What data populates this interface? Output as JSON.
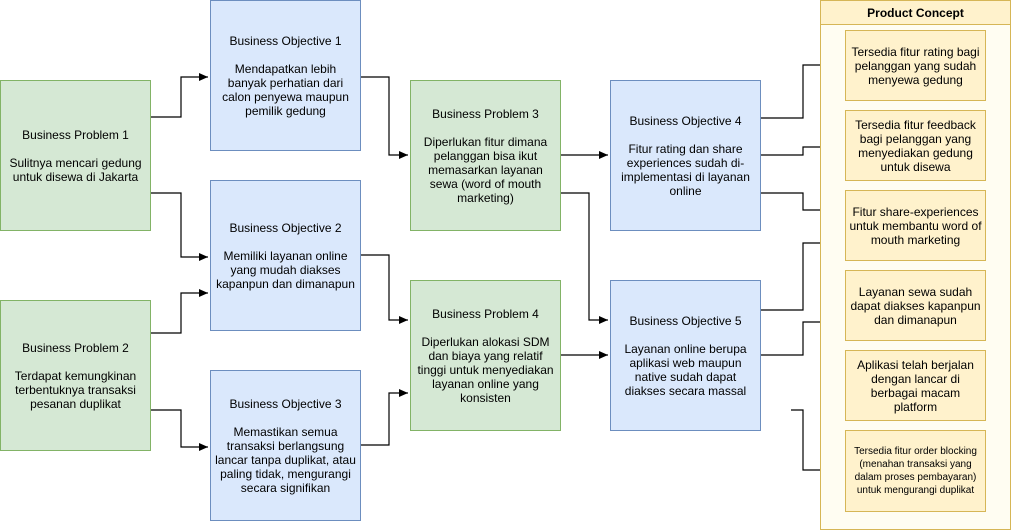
{
  "problems": [
    {
      "title": "Business Problem 1",
      "body": "Sulitnya mencari gedung untuk disewa di Jakarta"
    },
    {
      "title": "Business Problem 2",
      "body": "Terdapat kemungkinan terbentuknya transaksi pesanan duplikat"
    },
    {
      "title": "Business Problem 3",
      "body": "Diperlukan fitur dimana pelanggan bisa ikut memasarkan layanan sewa (word of mouth marketing)"
    },
    {
      "title": "Business Problem 4",
      "body": "Diperlukan alokasi SDM dan biaya yang relatif tinggi untuk menyediakan layanan online yang konsisten"
    }
  ],
  "objectives": [
    {
      "title": "Business Objective 1",
      "body": "Mendapatkan lebih banyak perhatian dari calon penyewa maupun pemilik gedung"
    },
    {
      "title": "Business Objective 2",
      "body": "Memiliki layanan online yang mudah diakses kapanpun dan dimanapun"
    },
    {
      "title": "Business Objective 3",
      "body": "Memastikan semua transaksi berlangsung lancar tanpa duplikat, atau paling tidak, mengurangi secara signifikan"
    },
    {
      "title": "Business Objective 4",
      "body": "Fitur rating dan share experiences sudah di-implementasi di layanan online"
    },
    {
      "title": "Business Objective 5",
      "body": "Layanan online berupa aplikasi web maupun native sudah dapat diakses secara massal"
    }
  ],
  "product_concept": {
    "title": "Product Concept",
    "items": [
      "Tersedia fitur rating bagi pelanggan yang sudah menyewa gedung",
      "Tersedia fitur feedback bagi pelanggan yang menyediakan gedung untuk disewa",
      "Fitur share-experiences untuk membantu word of mouth marketing",
      "Layanan sewa sudah dapat diakses kapanpun dan dimanapun",
      "Aplikasi telah berjalan dengan lancar di berbagai macam platform",
      "Tersedia fitur order blocking (menahan transaksi yang dalam proses pembayaran) untuk mengurangi duplikat"
    ]
  },
  "colors": {
    "problem_fill": "#d5e8d4",
    "objective_fill": "#dae8fc",
    "concept_fill": "#fff2cc",
    "line": "#000000"
  }
}
